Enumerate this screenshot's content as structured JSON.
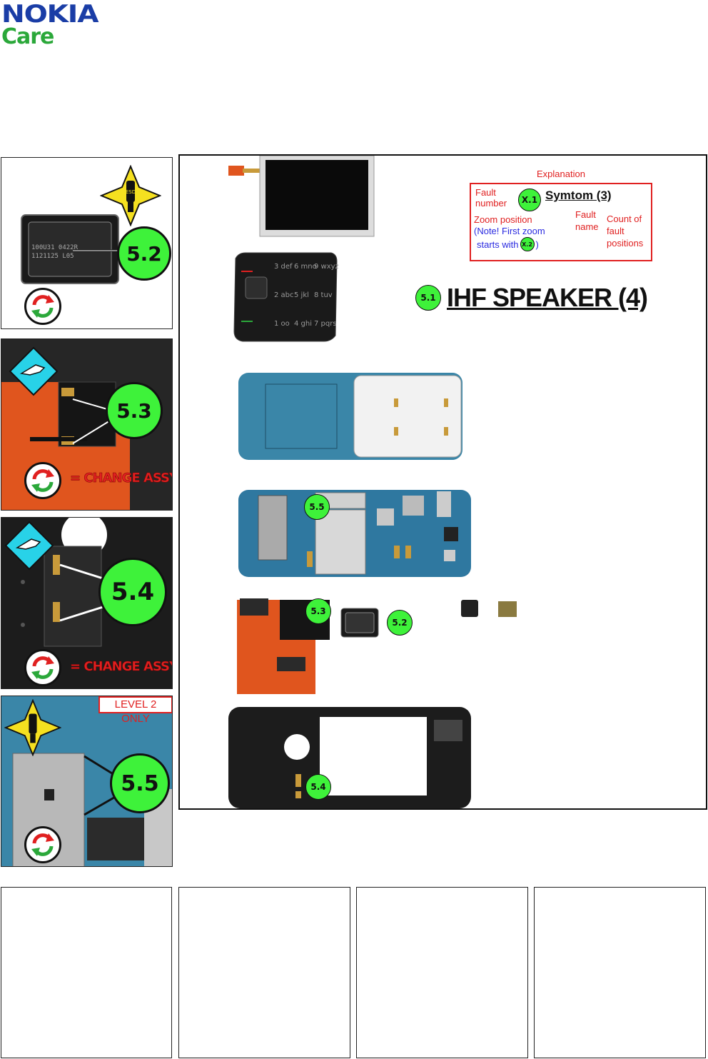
{
  "header": {
    "brand": "NOKIA",
    "sub_brand": "Care"
  },
  "left_panels": {
    "p1": {
      "callout": "5.2"
    },
    "p2": {
      "callout": "5.3",
      "change_text": "= CHANGE ASSY"
    },
    "p3": {
      "callout": "5.4",
      "change_text": "= CHANGE ASSY"
    },
    "p4": {
      "callout": "5.5",
      "level_badge": "LEVEL 2 ONLY"
    }
  },
  "explanation": {
    "title": "Explanation",
    "fault_number": "Fault number",
    "circle_label": "X.1",
    "symptom": "Symtom (3)",
    "zoom_position": "Zoom position",
    "note_line1": "(Note! First zoom",
    "note_line2_pre": "starts with",
    "note_circle": "X.2",
    "note_line2_post": ")",
    "fault_name": "Fault name",
    "count_label": "Count of fault positions"
  },
  "heading": {
    "circle": "5.1",
    "title": "IHF SPEAKER (4)"
  },
  "main_callouts": {
    "c55": "5.5",
    "c53": "5.3",
    "c52": "5.2",
    "c54": "5.4"
  },
  "icons": {
    "esd": "ESD",
    "esd_icon": "esd-warning-icon",
    "swap_icon": "replace-part-icon",
    "tool_icon": "tool-warning-icon"
  },
  "colors": {
    "nokia_blue": "#1a3da6",
    "care_green": "#2ba83a",
    "callout_green": "#3ef23a",
    "warning_yellow": "#f5e020",
    "tool_cyan": "#28d2e8",
    "alert_red": "#e02020",
    "pcb_blue": "#3a86a8",
    "flex_orange": "#e0551e"
  }
}
